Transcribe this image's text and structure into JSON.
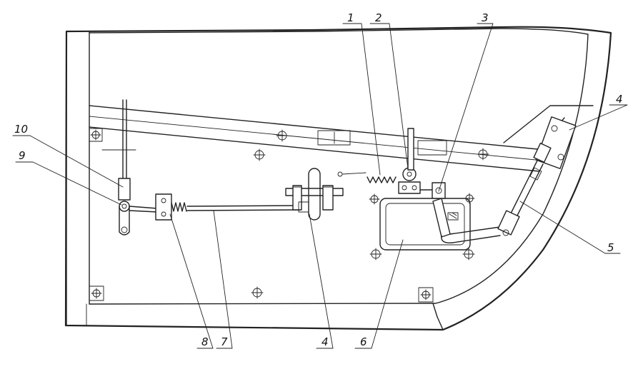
{
  "labels": {
    "l1": "1",
    "l2": "2",
    "l3": "3",
    "l4_top": "4",
    "l5": "5",
    "l10": "10",
    "l9": "9",
    "l8": "8",
    "l7": "7",
    "l4_bottom": "4",
    "l6": "6"
  },
  "colors": {
    "line": "#222222",
    "background": "#ffffff"
  }
}
